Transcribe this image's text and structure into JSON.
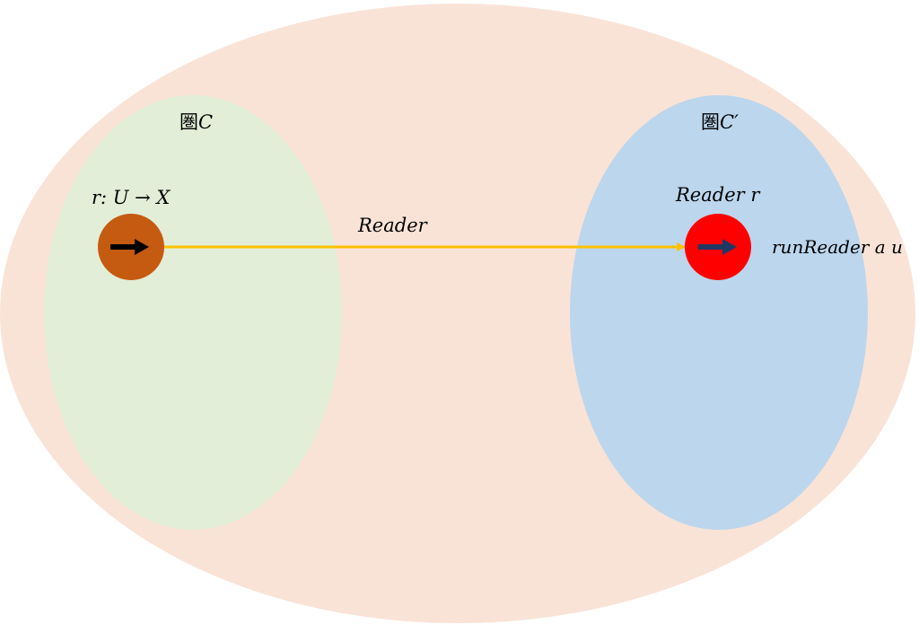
{
  "category_c": {
    "kanji": "圏",
    "name": "C"
  },
  "category_c_prime": {
    "kanji": "圏",
    "name": "C′"
  },
  "source_morphism_label": "r: U → X",
  "functor_label": "Reader",
  "target_object_label": "Reader r",
  "target_morphism_label": "runReader a u",
  "colors": {
    "outer_ellipse": "#f9e3d7",
    "category_c_fill": "#e2eed8",
    "category_c_prime_fill": "#bcd6ed",
    "source_dot": "#c55a11",
    "target_dot": "#ff0000",
    "functor_arrow": "#ffc000",
    "source_arrow_icon": "#000000",
    "target_arrow_icon": "#1f3864"
  },
  "icons": {
    "source_dot_icon": "right-arrow-icon",
    "target_dot_icon": "right-arrow-icon"
  }
}
